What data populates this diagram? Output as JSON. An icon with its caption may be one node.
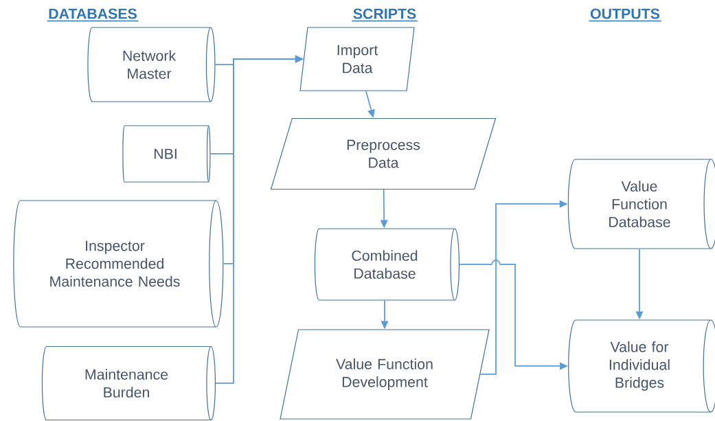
{
  "diagram": {
    "nodes": [
      {
        "text": [
          "Network Master"
        ]
      },
      {
        "text": [
          "NBI"
        ]
      },
      {
        "text": [
          "Inspector Recommended Maintenance Needs"
        ]
      },
      {
        "text": [
          "Maintenance Burden"
        ]
      },
      {
        "text": [
          "Import Data"
        ]
      },
      {
        "text": [
          "Preprocess Data"
        ]
      },
      {
        "text": [
          "Combined Database"
        ]
      },
      {
        "text": [
          "Value Function Development"
        ]
      },
      {
        "text": [
          "Value Function Database"
        ]
      },
      {
        "text": [
          "Value for Individual Bridges"
        ]
      }
    ],
    "edges": [
      {
        "from": 0,
        "to": 4,
        "arrow": "to"
      },
      {
        "from": 1,
        "to": 4,
        "arrow": "to"
      },
      {
        "from": 2,
        "to": 4,
        "arrow": "to"
      },
      {
        "from": 3,
        "to": 4,
        "arrow": "to"
      },
      {
        "from": 4,
        "to": 5,
        "arrow": "to"
      },
      {
        "from": 5,
        "to": 6,
        "arrow": "to"
      },
      {
        "from": 6,
        "to": 7,
        "arrow": "to"
      },
      {
        "from": 7,
        "to": 8,
        "arrow": "to"
      },
      {
        "from": 6,
        "to": 9,
        "arrow": "to"
      },
      {
        "from": 8,
        "to": 9,
        "arrow": "to"
      }
    ],
    "labels": [
      "DATABASES",
      "SCRIPTS",
      "OUTPUTS"
    ]
  }
}
